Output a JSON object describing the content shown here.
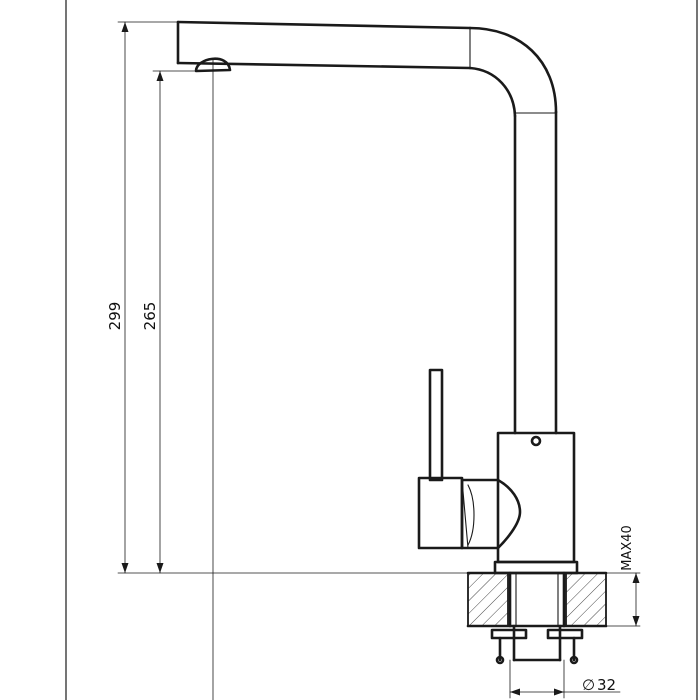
{
  "dimensions": {
    "overall_height": "299",
    "spout_height": "265",
    "max_deck_thickness": "MAX40",
    "hole_diameter_symbol": "∅",
    "hole_diameter_value": "32"
  },
  "colors": {
    "line": "#1a1a1a",
    "background": "#ffffff"
  }
}
